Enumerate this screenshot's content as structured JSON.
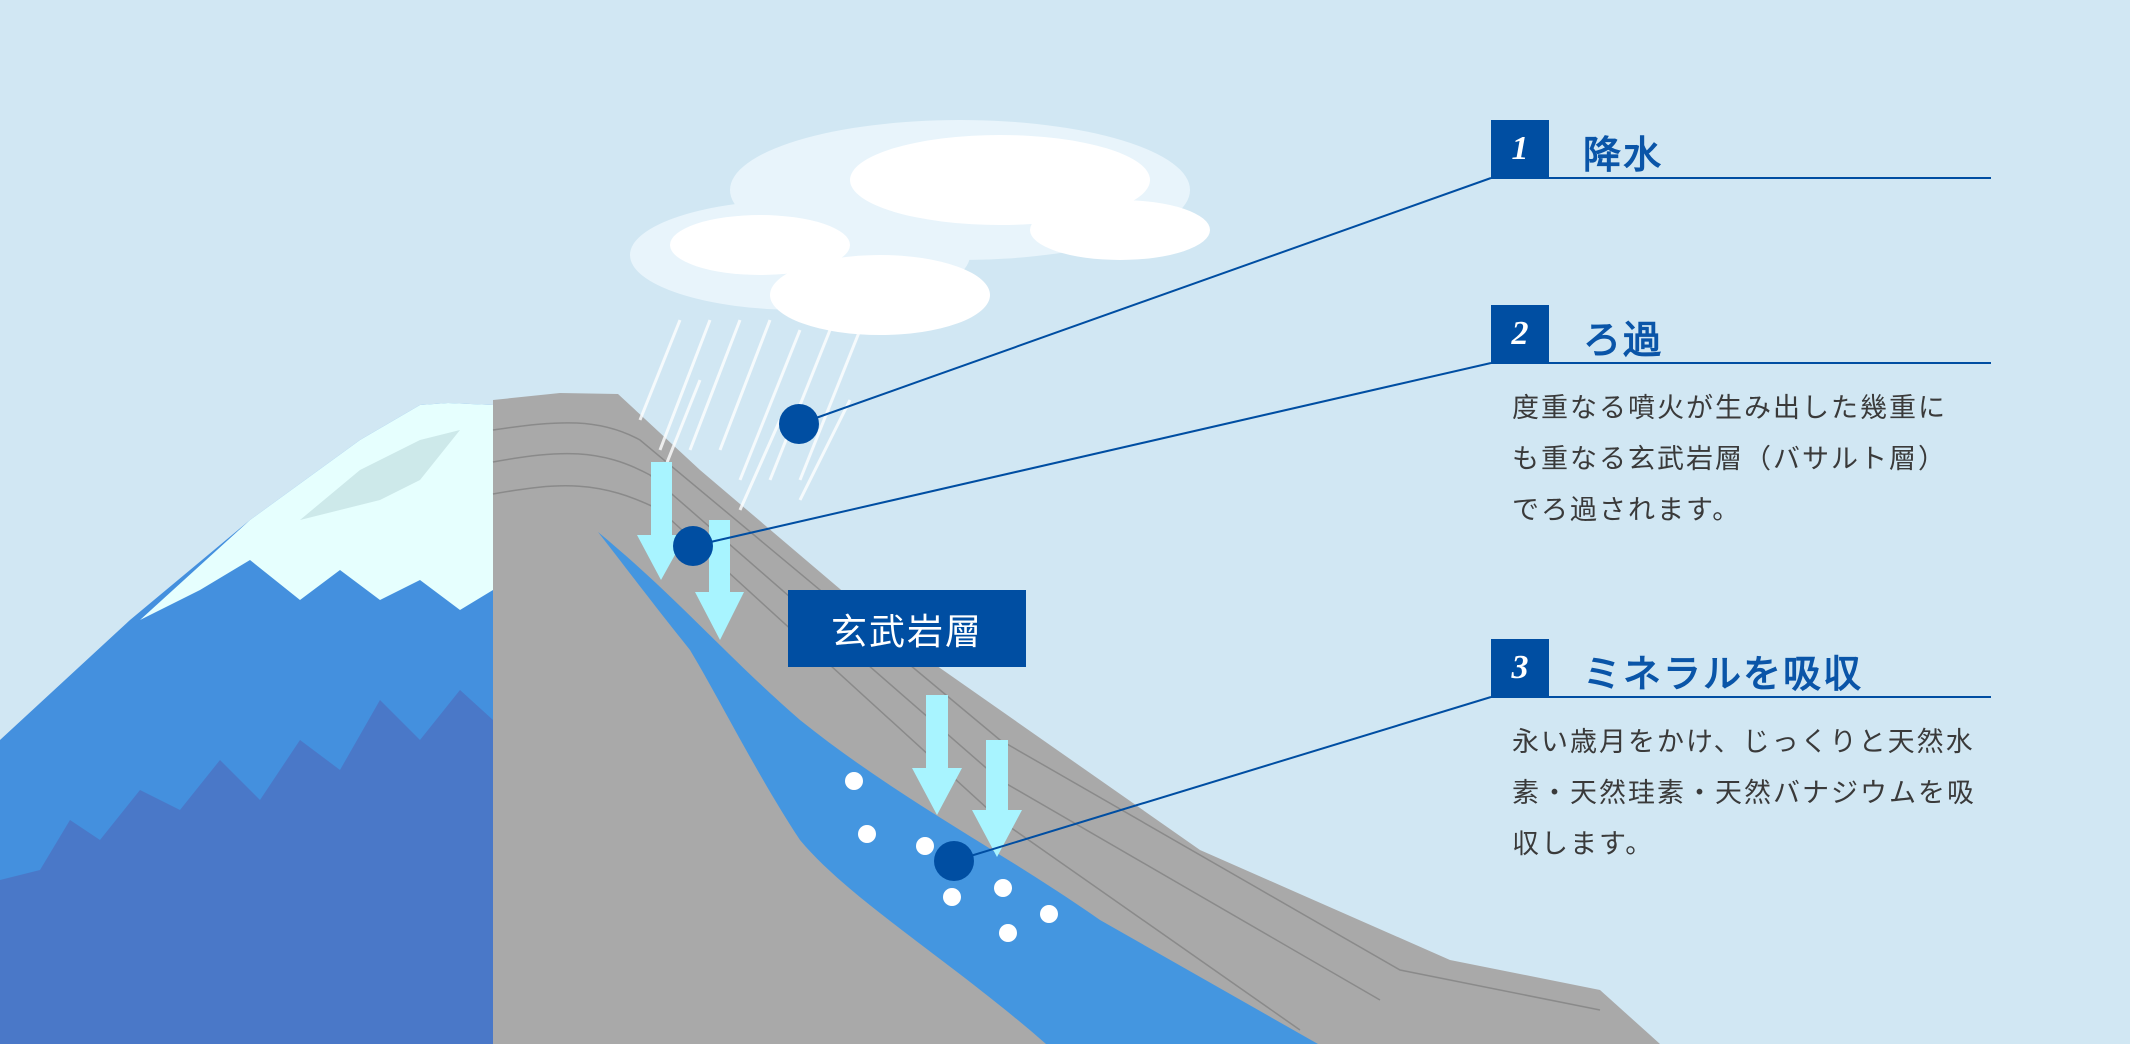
{
  "colors": {
    "background": "#d1e7f3",
    "navy": "#004ea2",
    "rock": "#a9a9a9",
    "water_layer": "#4496e0",
    "arrow": "#a8f4ff",
    "snow": "#e6fffe"
  },
  "layer_label": "玄武岩層",
  "steps": [
    {
      "number": "1",
      "title": "降水",
      "lines": []
    },
    {
      "number": "2",
      "title": "ろ過",
      "lines": [
        "度重なる噴火が生み出した幾重に",
        "も重なる玄武岩層（バサルト層）",
        "でろ過されます。"
      ]
    },
    {
      "number": "3",
      "title": "ミネラルを吸収",
      "lines": [
        "永い歳月をかけ、じっくりと天然水",
        "素・天然珪素・天然バナジウムを吸",
        "収します。"
      ]
    }
  ]
}
